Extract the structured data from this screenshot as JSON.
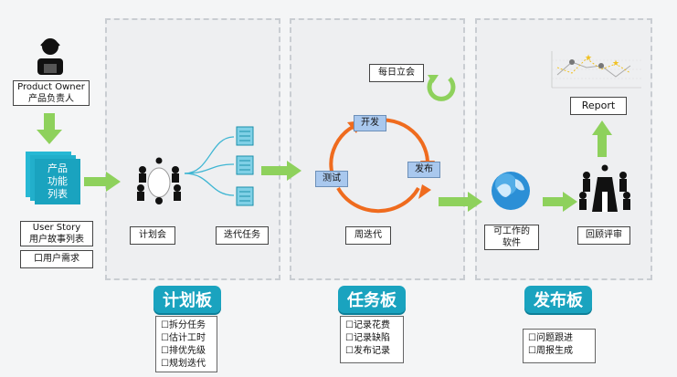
{
  "product_owner": {
    "en": "Product Owner",
    "zh": "产品负责人"
  },
  "feature_list": [
    "产品",
    "功能",
    "列表"
  ],
  "user_story": {
    "en": "User Story",
    "zh": "用户故事列表"
  },
  "user_needs": "口用户需求",
  "planning_meeting": "计划会",
  "iteration_tasks": "迭代任务",
  "daily_standup": "每日立会",
  "cycle": {
    "develop": "开发",
    "test": "测试",
    "release": "发布"
  },
  "weekly_iteration": "周迭代",
  "working_software": [
    "可工作的",
    "软件"
  ],
  "review": "回顾评审",
  "report": "Report",
  "boards": {
    "plan": {
      "title": "计划板",
      "items": [
        "拆分任务",
        "估计工时",
        "排优先级",
        "规划迭代"
      ]
    },
    "task": {
      "title": "任务板",
      "items": [
        "记录花费",
        "记录缺陷",
        "发布记录"
      ]
    },
    "release": {
      "title": "发布板",
      "items": [
        "问题跟进",
        "周报生成"
      ]
    }
  },
  "colors": {
    "teal": "#1aa3bf",
    "green_arrow": "#8ed15c",
    "orange_cycle": "#ef6b1e",
    "node_blue": "#a9c8ee"
  }
}
